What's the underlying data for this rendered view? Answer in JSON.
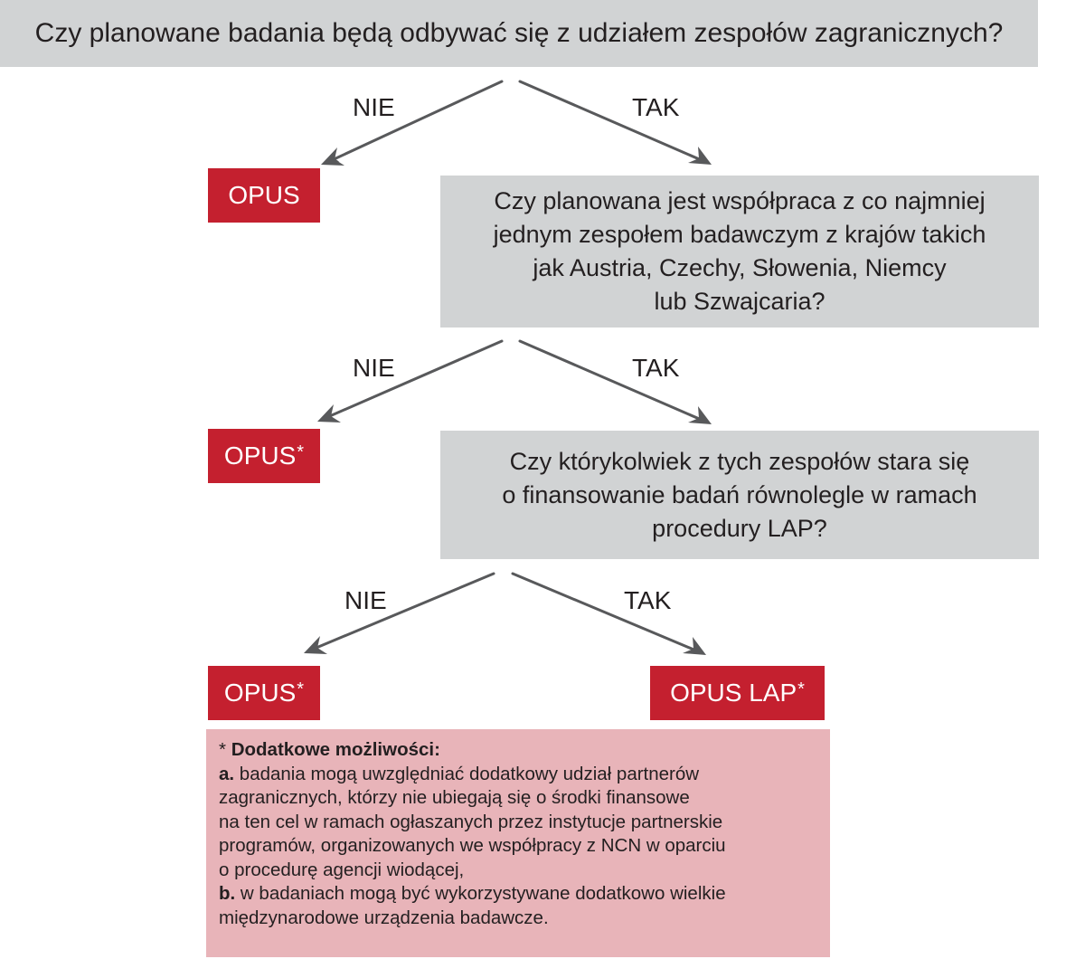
{
  "questions": {
    "q1": "Czy planowane badania będą odbywać się z udziałem zespołów zagranicznych?",
    "q2": "Czy planowana jest współpraca z co najmniej\njednym zespołem badawczym z krajów takich\njak Austria, Czechy, Słowenia, Niemcy\nlub Szwajcaria?",
    "q3": "Czy którykolwiek z tych zespołów stara się\no finansowanie badań równolegle w ramach\nprocedury LAP?"
  },
  "branches": {
    "no": "NIE",
    "yes": "TAK"
  },
  "results": {
    "opus": "OPUS",
    "opus_lap": "OPUS LAP",
    "asterisk": "*"
  },
  "note": {
    "star": "* ",
    "title": "Dodatkowe możliwości:",
    "a_label": "a.",
    "a_text": " badania mogą uwzględniać dodatkowy udział  partnerów\n zagranicznych, którzy nie ubiegają się o środki finansowe\nna ten cel w ramach ogłaszanych przez instytucje partnerskie\nprogramów, organizowanych we współpracy z NCN w oparciu\no procedurę agencji wiodącej,",
    "b_label": "b.",
    "b_text": "  w badaniach mogą  być wykorzystywane dodatkowo wielkie\nmiędzynarodowe urządzenia badawcze."
  },
  "colors": {
    "question_fill": "#d1d3d4",
    "result_fill": "#c4202f",
    "note_fill": "#e8b4b9",
    "arrow": "#58595b"
  }
}
